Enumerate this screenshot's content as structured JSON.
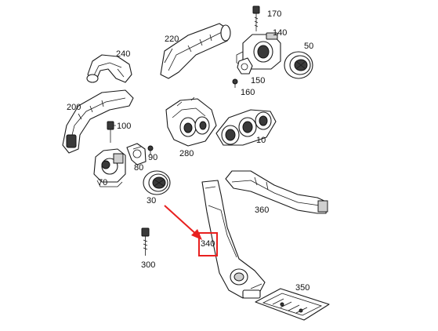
{
  "diagram": {
    "labels": {
      "p10": "10",
      "p30": "30",
      "p50": "50",
      "p70": "70",
      "p80": "80",
      "p90": "90",
      "p100": "100",
      "p140": "140",
      "p150": "150",
      "p160": "160",
      "p170": "170",
      "p200": "200",
      "p220": "220",
      "p240": "240",
      "p280": "280",
      "p300": "300",
      "p340": "340",
      "p350": "350",
      "p360": "360"
    },
    "highlight": {
      "part": "340",
      "box_color": "#e8201f",
      "arrow_color": "#e8201f"
    }
  }
}
